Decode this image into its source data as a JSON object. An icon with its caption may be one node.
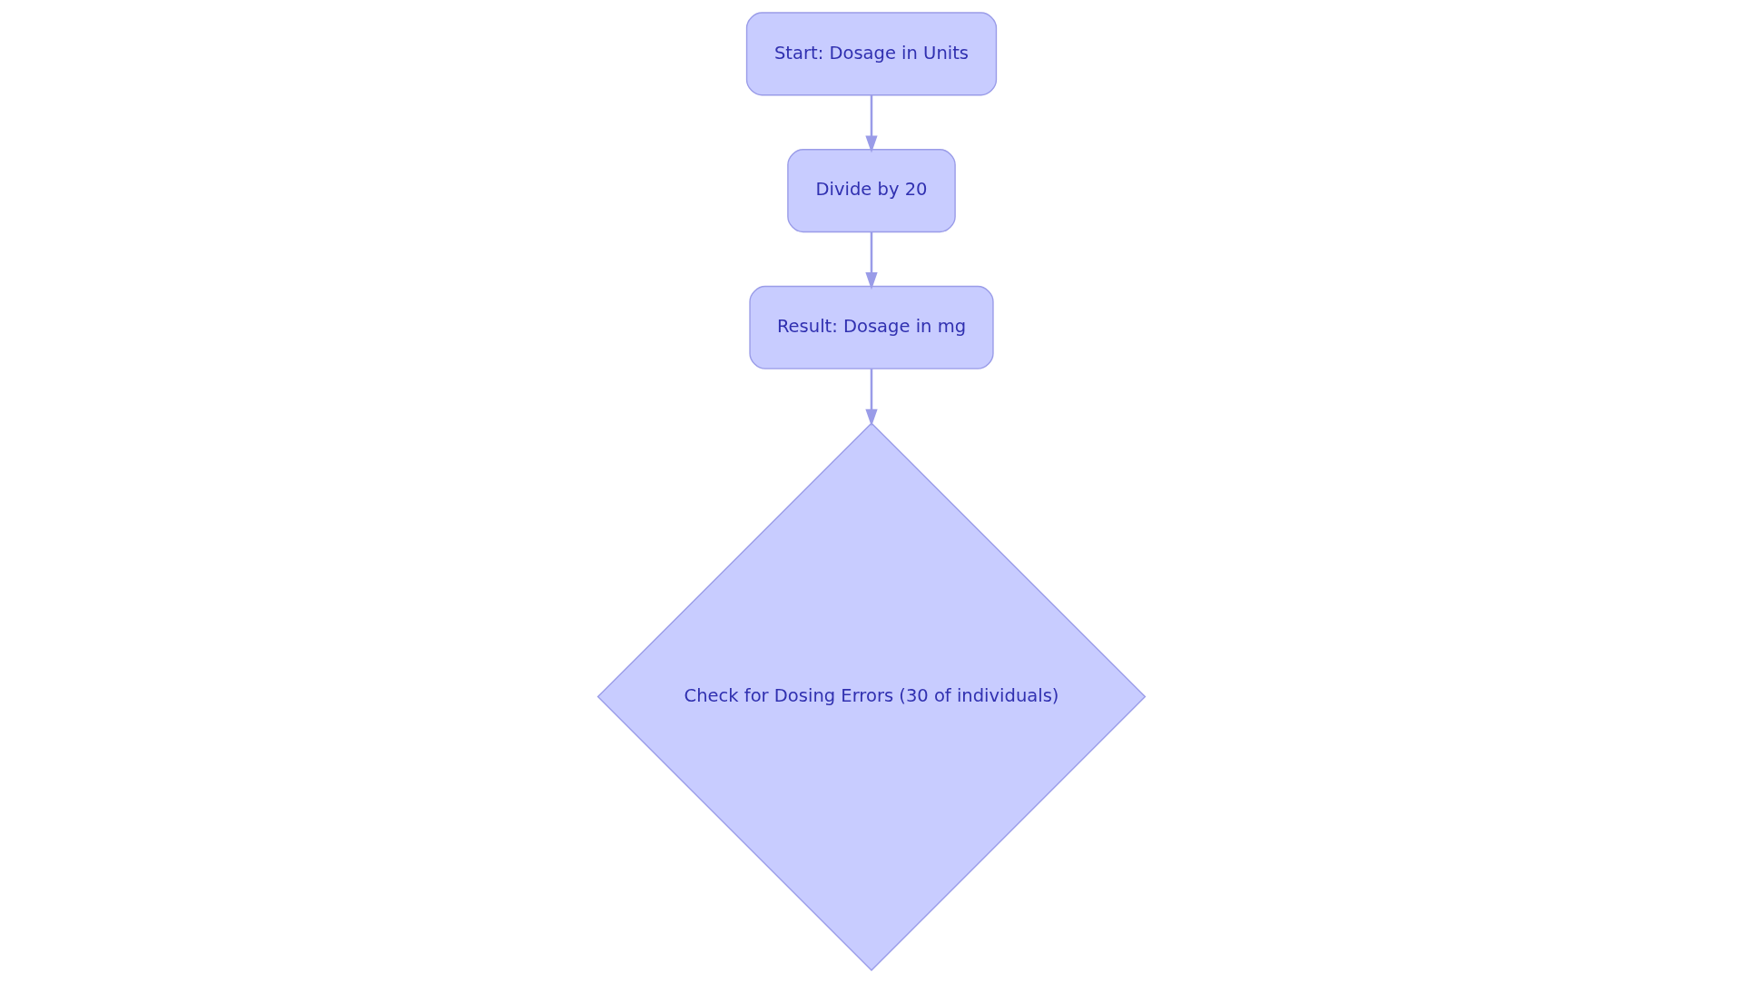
{
  "diagram": {
    "nodes": [
      {
        "text": [
          "Start: Dosage in Units"
        ]
      },
      {
        "text": [
          "Divide by 20"
        ]
      },
      {
        "text": [
          "Result: Dosage in mg"
        ]
      },
      {
        "text": [
          "Check for Dosing Errors (30 of individuals)"
        ]
      }
    ],
    "edges": [
      {
        "from": 0,
        "to": 1,
        "arrow": "to"
      },
      {
        "from": 1,
        "to": 2,
        "arrow": "to"
      },
      {
        "from": 2,
        "to": 3,
        "arrow": "to"
      }
    ]
  }
}
